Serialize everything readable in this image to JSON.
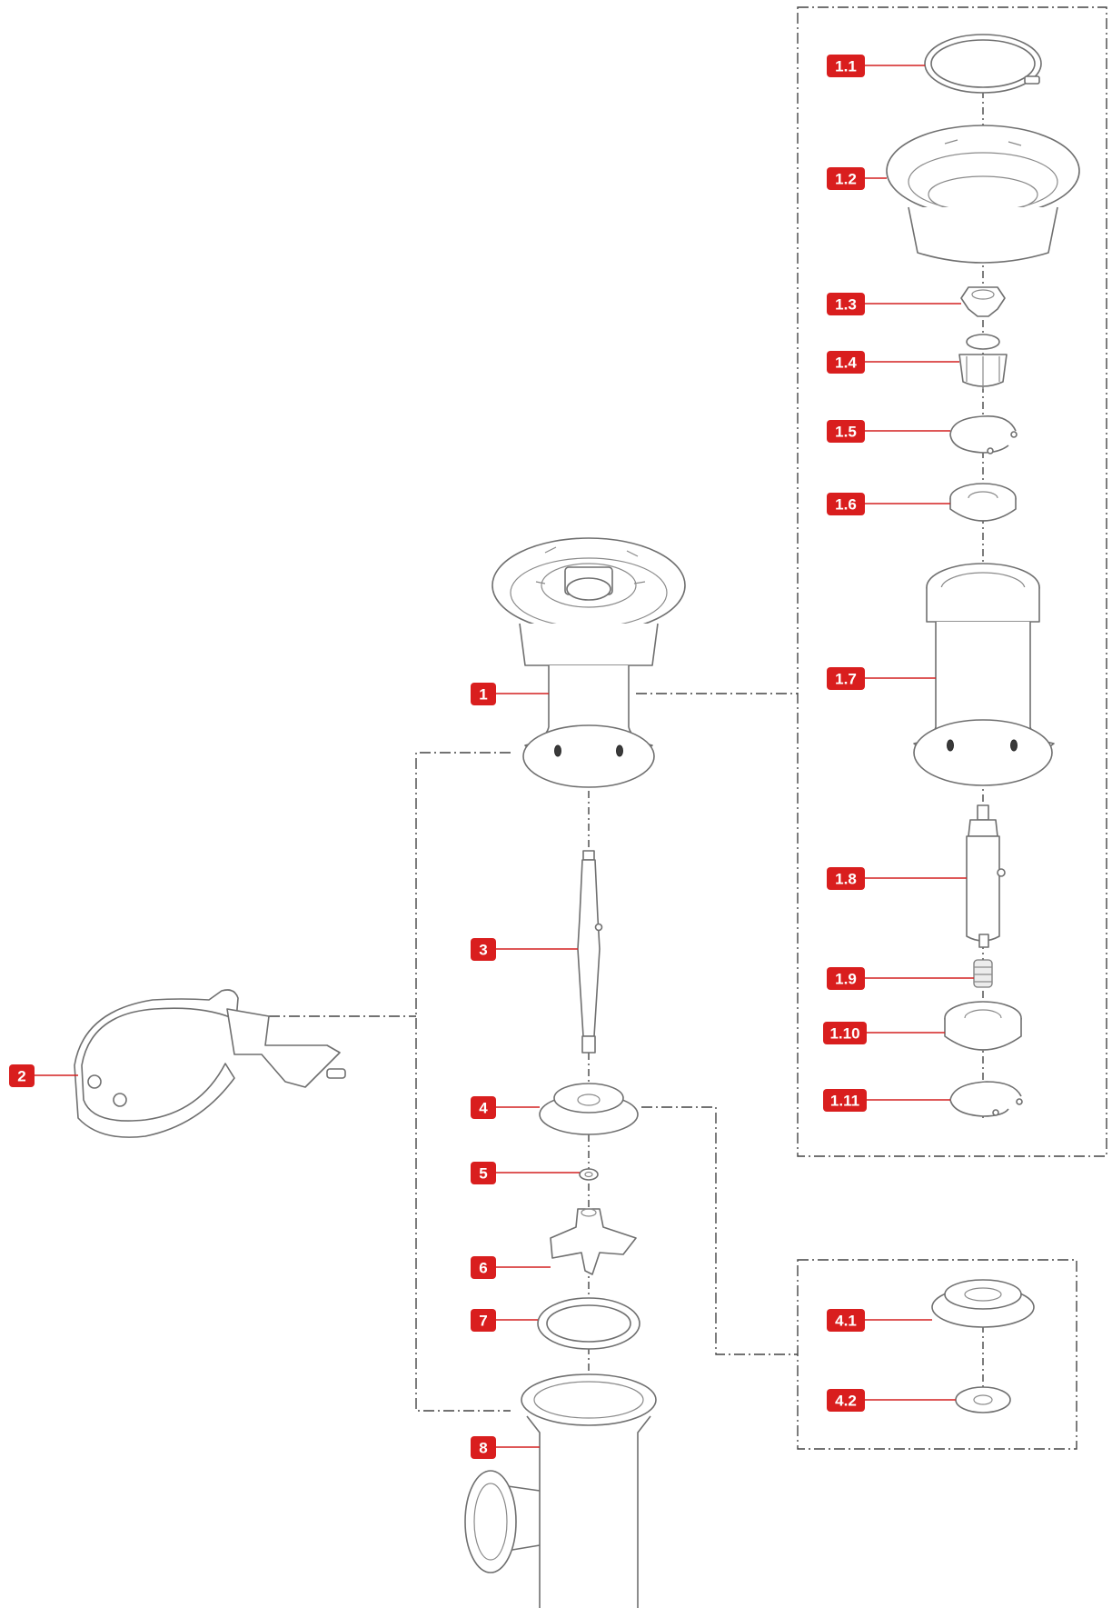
{
  "colors": {
    "label_bg": "#d91e1e",
    "label_text": "#ffffff",
    "line": "#444444"
  },
  "labels": {
    "p1": "1",
    "p2": "2",
    "p3": "3",
    "p4": "4",
    "p5": "5",
    "p6": "6",
    "p7": "7",
    "p8": "8",
    "p1_1": "1.1",
    "p1_2": "1.2",
    "p1_3": "1.3",
    "p1_4": "1.4",
    "p1_5": "1.5",
    "p1_6": "1.6",
    "p1_7": "1.7",
    "p1_8": "1.8",
    "p1_9": "1.9",
    "p1_10": "1.10",
    "p1_11": "1.11",
    "p4_1": "4.1",
    "p4_2": "4.2"
  }
}
